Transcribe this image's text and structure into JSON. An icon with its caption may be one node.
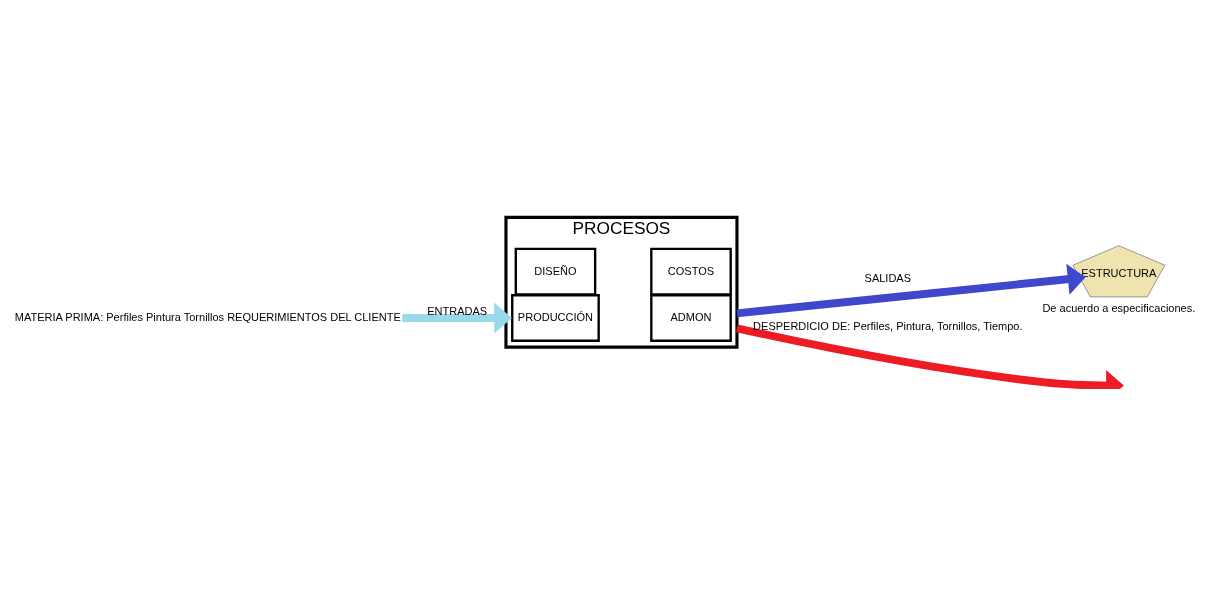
{
  "diagram": {
    "nodes": [
      {
        "text": [
          "MATERIA PRIMA: Perfiles Pintura Tornillos REQUERIMIENTOS DEL CLIENTE"
        ]
      },
      {
        "text": [
          "PROCESOS"
        ]
      },
      {
        "text": [
          "DISEÑO"
        ],
        "in": 1
      },
      {
        "text": [
          "COSTOS"
        ],
        "in": 1
      },
      {
        "text": [
          "PRODUCCIÓN"
        ],
        "in": 1
      },
      {
        "text": [
          "ADMON"
        ],
        "in": 1
      },
      {
        "text": [
          "ESTRUCTURA"
        ],
        "beside": [
          "De acuerdo a especificaciones."
        ]
      }
    ],
    "edges": [
      {
        "from": 0,
        "to": 1,
        "arrow": "to",
        "label": "ENTRADAS",
        "color": "#99d9ea"
      },
      {
        "from": 1,
        "to": 6,
        "arrow": "to",
        "label": "SALIDAS",
        "color": "#3f48cc"
      },
      {
        "from": 1,
        "to": null,
        "arrow": "to",
        "label": "DESPERDICIO DE: Perfiles, Pintura, Tornillos, Tiempo.",
        "color": "#ed1c24"
      }
    ]
  }
}
